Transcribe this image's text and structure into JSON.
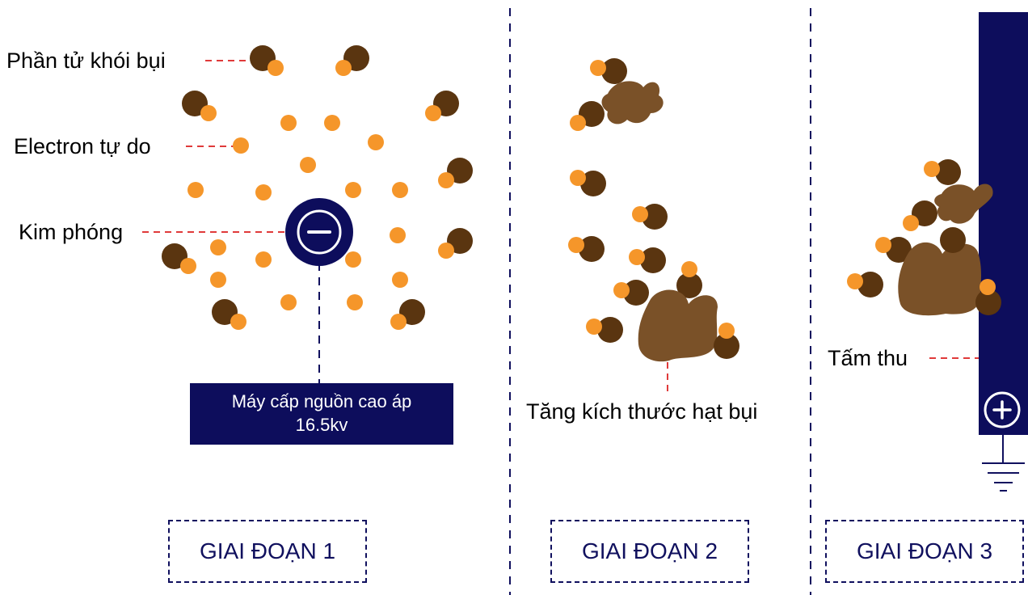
{
  "labels": {
    "dust_particle": "Phần tử khói bụi",
    "free_electron": "Electron tự do",
    "discharge_needle": "Kim phóng",
    "power_supply_line1": "Máy cấp nguồn cao áp",
    "power_supply_line2": "16.5kv",
    "size_increase": "Tăng kích thước hạt bụi",
    "collector_plate": "Tấm thu"
  },
  "stages": [
    "GIAI ĐOẠN 1",
    "GIAI ĐOẠN 2",
    "GIAI ĐOẠN 3"
  ],
  "symbols": {
    "needle": "minus-sign",
    "plate": "plus-sign",
    "ground": "ground-symbol"
  },
  "colors": {
    "navy": "#0d0d5c",
    "dust": "#5a3510",
    "agglomerate": "#7a5128",
    "electron": "#f5962a",
    "leader": "#e03a3a",
    "text": "#000000",
    "background": "#ffffff"
  }
}
